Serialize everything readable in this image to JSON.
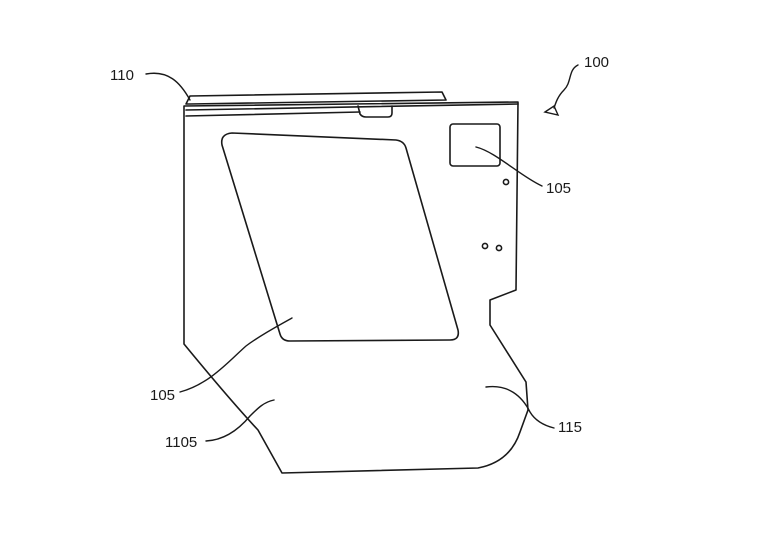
{
  "figure": {
    "reference_labels": {
      "assembly": "100",
      "window_panel_upper": "105",
      "window_panel_lower": "105",
      "lower_panel": "1105",
      "top_strip": "110",
      "rear_portion": "115"
    }
  }
}
